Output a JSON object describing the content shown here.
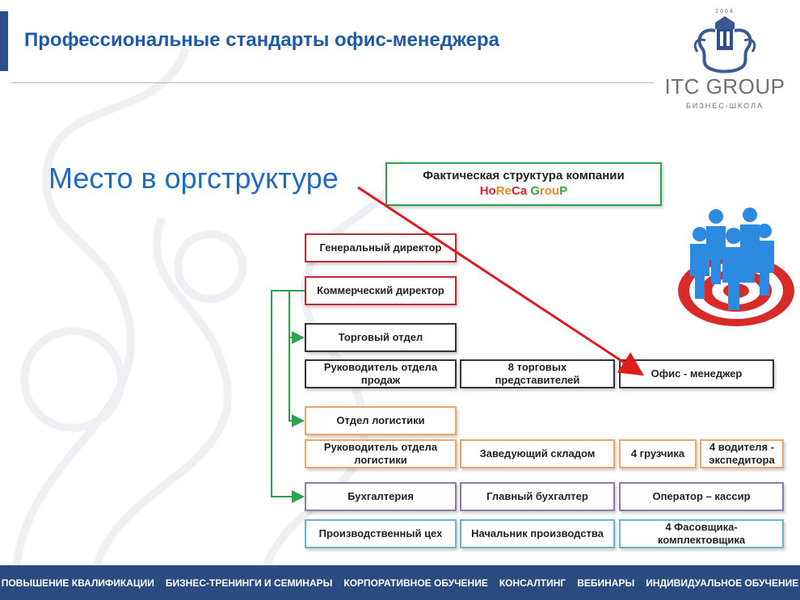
{
  "header": {
    "title": "Профессиональные стандарты офис-менеджера"
  },
  "logo": {
    "year": "2004",
    "name": "ITC GROUP",
    "tagline": "БИЗНЕС-ШКОЛА"
  },
  "slide": {
    "subtitle": "Место в оргструктуре"
  },
  "chart_header": {
    "line1": "Фактическая структура компании",
    "brand_parts": [
      "Ho",
      "Re",
      "Ca",
      " ",
      "G",
      "rou",
      "P"
    ]
  },
  "org": {
    "general_director": "Генеральный директор",
    "commercial_director": "Коммерческий директор",
    "sales_dept": "Торговый отдел",
    "sales_head": "Руководитель отдела продаж",
    "sales_reps": "8 торговых представителей",
    "office_manager": "Офис - менеджер",
    "logistics_dept": "Отдел логистики",
    "logistics_head": "Руководитель отдела логистики",
    "warehouse_head": "Заведующий складом",
    "loaders": "4 грузчика",
    "drivers": "4 водителя - экспедитора",
    "accounting": "Бухгалтерия",
    "chief_accountant": "Главный бухгалтер",
    "cashier": "Оператор – кассир",
    "production": "Производственный цех",
    "production_head": "Начальник производства",
    "packers": "4 Фасовщика-комплектовщика"
  },
  "colors": {
    "title_blue": "#1f5aa8",
    "footer_bg": "#2a4a80",
    "arrow_red": "#e01b1b",
    "connector_green": "#2aa34b"
  },
  "footer": {
    "items": [
      "ПОВЫШЕНИЕ КВАЛИФИКАЦИИ",
      "БИЗНЕС-ТРЕНИНГИ И СЕМИНАРЫ",
      "КОРПОРАТИВНОЕ ОБУЧЕНИЕ",
      "КОНСАЛТИНГ",
      "ВЕБИНАРЫ",
      "ИНДИВИДУАЛЬНОЕ ОБУЧЕНИЕ"
    ]
  }
}
